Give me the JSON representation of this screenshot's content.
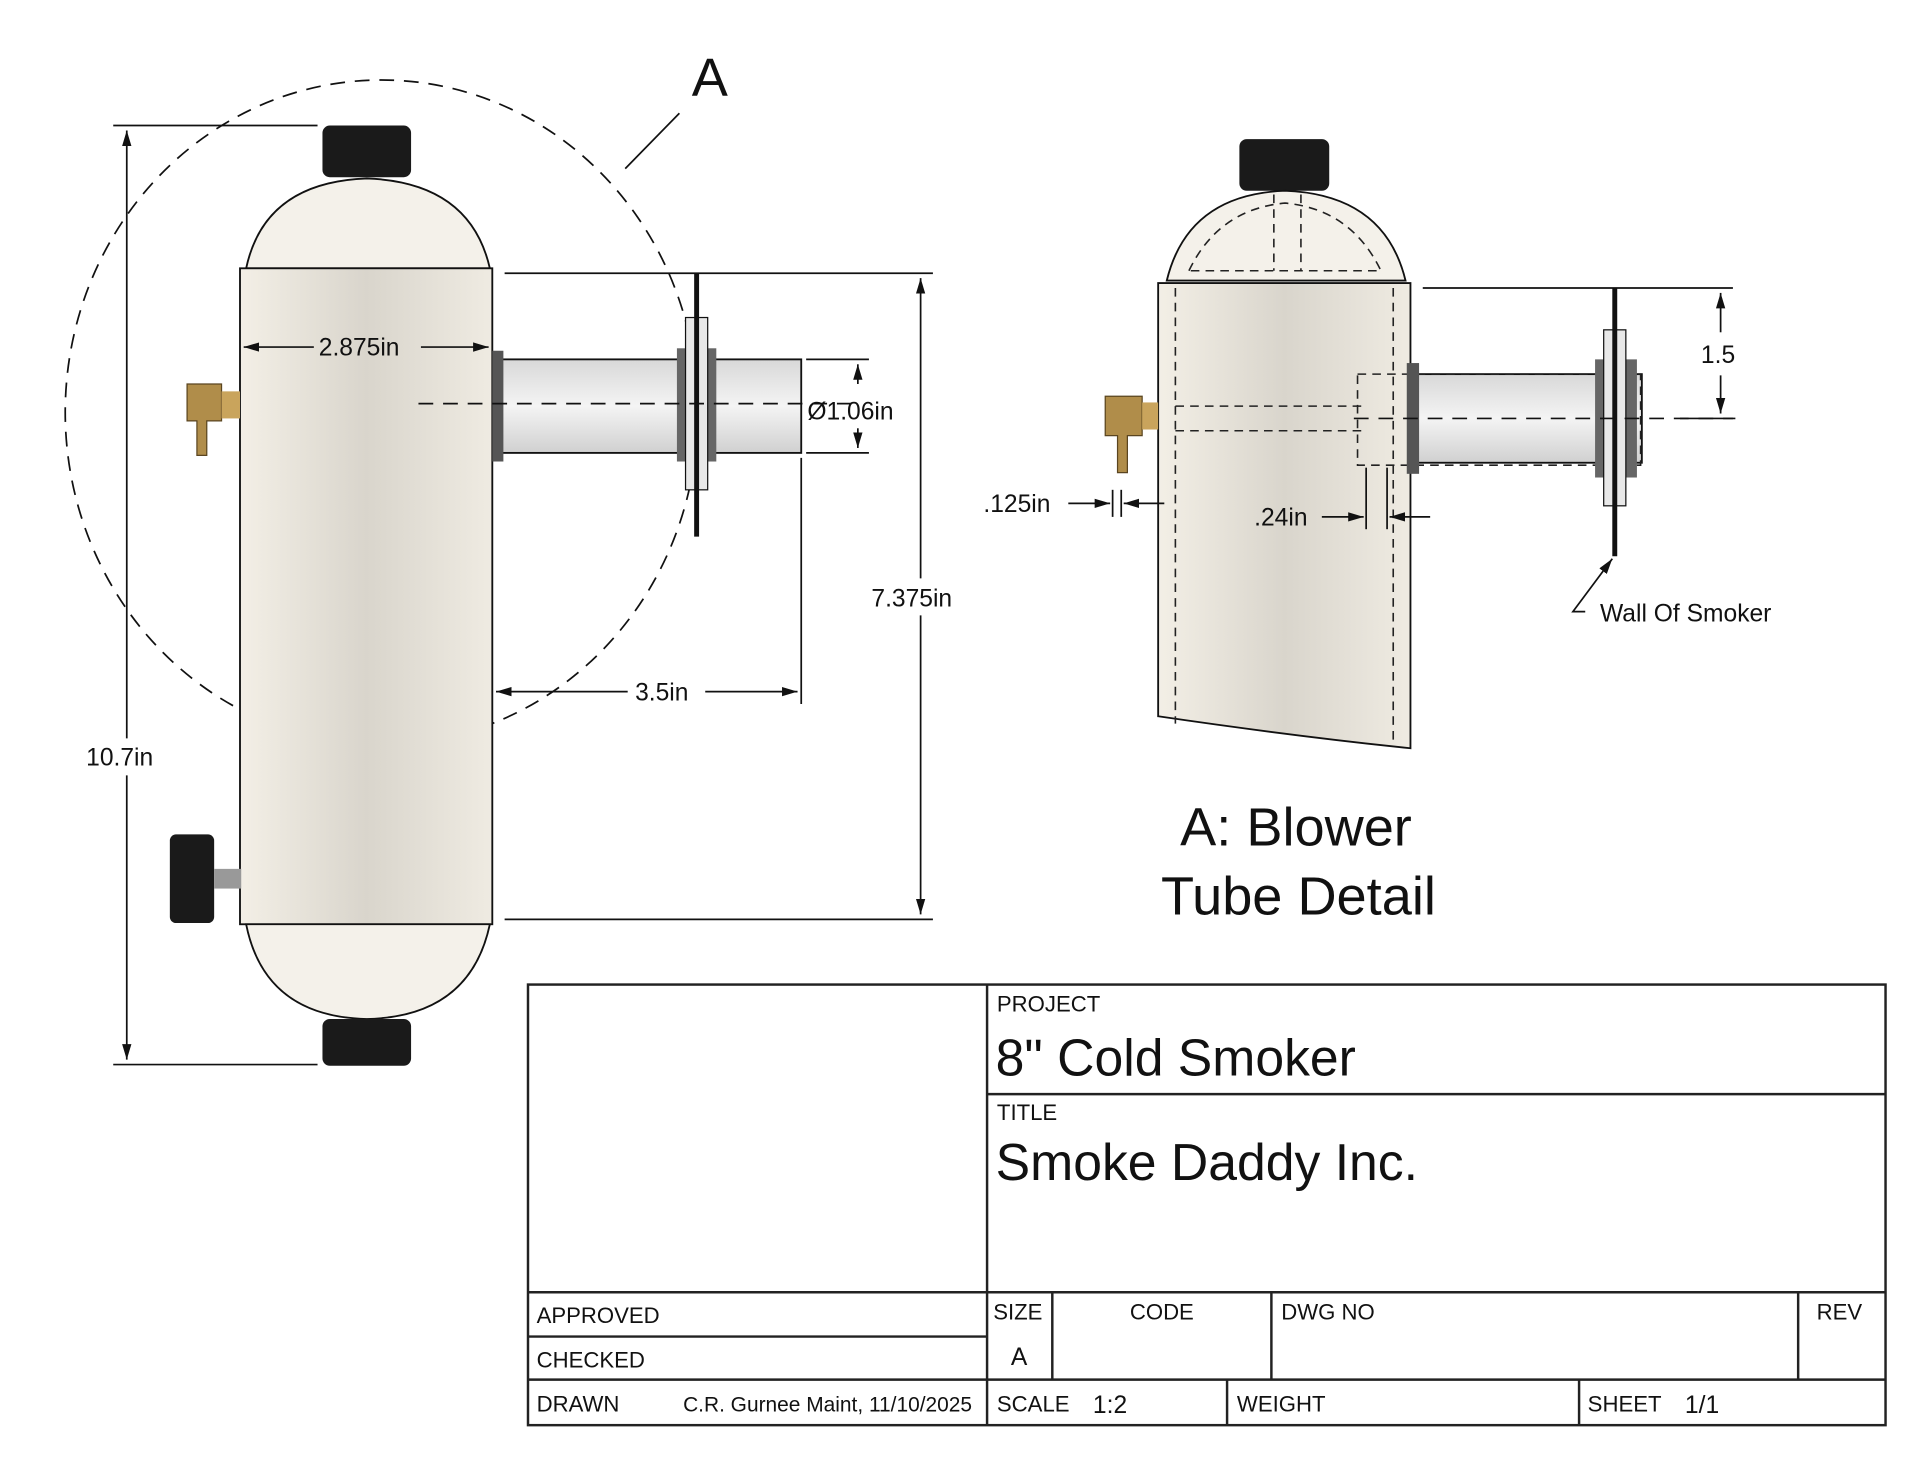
{
  "drawing": {
    "detail_callout": "A",
    "main_view_dims": {
      "overall_height": "10.7in",
      "body_width": "2.875in",
      "tube_diameter": "Ø1.06in",
      "tube_length": "3.5in",
      "body_height": "7.375in"
    },
    "detail_view": {
      "title_line1": "A: Blower",
      "title_line2": "Tube Detail",
      "dim_offset": "1.5",
      "dim_gap_small": ".125in",
      "dim_gap_wall": ".24in",
      "wall_note": "Wall Of Smoker"
    },
    "colors": {
      "body": "#ece7dc",
      "cap": "#1a1a1a",
      "brass": "#b08d4a",
      "line": "#111111"
    }
  },
  "title_block": {
    "project_label": "PROJECT",
    "project": "8\" Cold Smoker",
    "title_label": "TITLE",
    "title": "Smoke Daddy Inc.",
    "approved_label": "APPROVED",
    "checked_label": "CHECKED",
    "drawn_label": "DRAWN",
    "drawn_by": "C.R. Gurnee Maint, 11/10/2025",
    "size_label": "SIZE",
    "size": "A",
    "code_label": "CODE",
    "dwg_no_label": "DWG NO",
    "rev_label": "REV",
    "scale_label": "SCALE",
    "scale": "1:2",
    "weight_label": "WEIGHT",
    "sheet_label": "SHEET",
    "sheet": "1/1"
  }
}
